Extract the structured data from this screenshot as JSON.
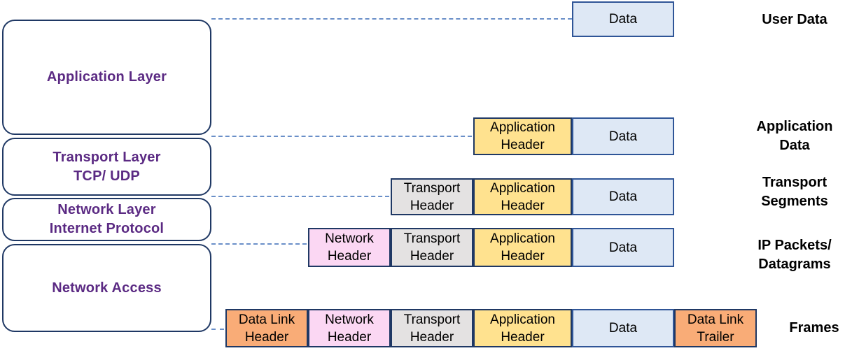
{
  "layers": [
    {
      "lines": [
        "Application Layer"
      ]
    },
    {
      "lines": [
        "Transport Layer",
        "TCP/ UDP"
      ]
    },
    {
      "lines": [
        "Network Layer",
        "Internet Protocol"
      ]
    },
    {
      "lines": [
        "Network Access"
      ]
    }
  ],
  "rows": [
    {
      "cells": [
        {
          "type": "data",
          "lines": [
            "Data"
          ]
        }
      ],
      "label_lines": [
        "User Data"
      ]
    },
    {
      "cells": [
        {
          "type": "application-header",
          "lines": [
            "Application",
            "Header"
          ]
        },
        {
          "type": "data",
          "lines": [
            "Data"
          ]
        }
      ],
      "label_lines": [
        "Application",
        "Data"
      ]
    },
    {
      "cells": [
        {
          "type": "transport-header",
          "lines": [
            "Transport",
            "Header"
          ]
        },
        {
          "type": "application-header",
          "lines": [
            "Application",
            "Header"
          ]
        },
        {
          "type": "data",
          "lines": [
            "Data"
          ]
        }
      ],
      "label_lines": [
        "Transport",
        "Segments"
      ]
    },
    {
      "cells": [
        {
          "type": "network-header",
          "lines": [
            "Network",
            "Header"
          ]
        },
        {
          "type": "transport-header",
          "lines": [
            "Transport",
            "Header"
          ]
        },
        {
          "type": "application-header",
          "lines": [
            "Application",
            "Header"
          ]
        },
        {
          "type": "data",
          "lines": [
            "Data"
          ]
        }
      ],
      "label_lines": [
        "IP Packets/",
        "Datagrams"
      ]
    },
    {
      "cells": [
        {
          "type": "data-link-header",
          "lines": [
            "Data Link",
            "Header"
          ]
        },
        {
          "type": "network-header",
          "lines": [
            "Network",
            "Header"
          ]
        },
        {
          "type": "transport-header",
          "lines": [
            "Transport",
            "Header"
          ]
        },
        {
          "type": "application-header",
          "lines": [
            "Application",
            "Header"
          ]
        },
        {
          "type": "data",
          "lines": [
            "Data"
          ]
        },
        {
          "type": "data-link-trailer",
          "lines": [
            "Data Link",
            "Trailer"
          ]
        }
      ],
      "label_lines": [
        "Frames"
      ]
    }
  ],
  "colors": {
    "data_fill": "#dee8f5",
    "data_border": "#2f5597",
    "application_header_fill": "#ffe28f",
    "transport_header_fill": "#e4e2e2",
    "network_header_fill": "#fbd7f3",
    "data_link_fill": "#f9ac77",
    "box_border": "#1f3864",
    "layer_label_text": "#5b2a83",
    "connector_dash": "#6a8fc8",
    "right_label_text": "#000000"
  }
}
